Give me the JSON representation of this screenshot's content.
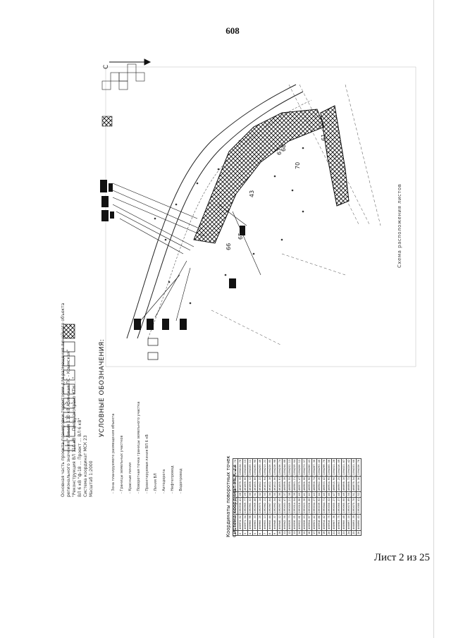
{
  "page": {
    "number": "608",
    "sheet": "Лист 2 из 25"
  },
  "heading": {
    "lines": [
      "Основная часть проекта планировки территории для размещения линейного объекта",
      "регионального значения \"Линия 110 кВ Абинская ПС - Крымская\"",
      "\"Реконструкция ВЛ 110 кВ ... Предусмотрено КТН ... \"",
      "ВЛ 6 кВ \"ф-18 ... Проект ... ВЛ 6 кВ\"",
      "Система координат МСК 23",
      "Масштаб 1:2000"
    ]
  },
  "legend": {
    "title": "УСЛОВНЫЕ ОБОЗНАЧЕНИЯ:",
    "items": [
      "- Зона планируемого размещения объекта",
      "- Границы земельных участков",
      "- Красные линии",
      "- Поворотная точка границы земельного участка",
      "- Проектируемая линия ВЛ 6 кВ",
      "- Линия ВЛ",
      "- Автодорога",
      "- Нефтепровод",
      "- Водопровод"
    ]
  },
  "scheme_title": "Схема расположения листов",
  "north": "С",
  "coords_caption": {
    "line1": "Координаты поворотных точек",
    "line2": "Система координат МСК 23"
  },
  "map_labels": [
    "65",
    "66",
    "67",
    "68",
    "70",
    "61",
    "43"
  ],
  "table": {
    "rows": [
      [
        "1",
        "460976.41",
        "1392936.25",
        "27",
        "461091.85",
        "1394140.70"
      ],
      [
        "2",
        "460974.62",
        "1392936.41",
        "28",
        "461079.35",
        "1394134.70"
      ],
      [
        "3",
        "460971.54",
        "1392969.77",
        "29",
        "461069.66",
        "1394166.15"
      ],
      [
        "4",
        "460960.98",
        "1392961.52",
        "30",
        "461068.12",
        "1394165.11"
      ],
      [
        "5",
        "460965.33",
        "1392969.88",
        "31",
        "461055.80",
        "1394195.90"
      ],
      [
        "6",
        "460960.20",
        "1392975.14",
        "32",
        "461042.22",
        "1394205.46"
      ],
      [
        "7",
        "460955.13",
        "1392982.11",
        "33",
        "461031.64",
        "1394213.21"
      ],
      [
        "8",
        "460950.44",
        "1392987.64",
        "34",
        "461022.18",
        "1394220.85"
      ],
      [
        "9",
        "460948.37",
        "1392992.54",
        "35",
        "461012.06",
        "1394228.98"
      ],
      [
        "10",
        "460946.12",
        "1392997.65",
        "36",
        "461005.83",
        "1394236.74"
      ],
      [
        "11",
        "460942.50",
        "1393003.47",
        "37",
        "460998.39",
        "1394244.88"
      ],
      [
        "12",
        "460939.73",
        "1393009.21",
        "38",
        "460990.55",
        "1394252.13"
      ],
      [
        "13",
        "460936.05",
        "1393014.04",
        "39",
        "460983.21",
        "1394259.64"
      ],
      [
        "14",
        "460932.81",
        "1393018.96",
        "40",
        "460975.47",
        "1394266.12"
      ],
      [
        "15",
        "460928.63",
        "1393023.30",
        "41",
        "460966.08",
        "1394273.57"
      ],
      [
        "16",
        "460924.97",
        "1393028.66",
        "42",
        "460958.90",
        "1394280.43"
      ],
      [
        "17",
        "460921.42",
        "1393034.27",
        "43",
        "460950.74",
        "1394287.36"
      ],
      [
        "18",
        "460918.86",
        "1393039.92",
        "44",
        "460942.26",
        "1394293.40"
      ],
      [
        "19",
        "460914.42",
        "1393044.71",
        "45",
        "460933.42",
        "1394299.76"
      ],
      [
        "20",
        "460910.75",
        "1393050.52",
        "46",
        "460924.95",
        "1394305.56"
      ],
      [
        "21",
        "460907.36",
        "1393055.27",
        "47",
        "460915.90",
        "1394311.28"
      ],
      [
        "22",
        "460903.75",
        "1393060.37",
        "48",
        "460907.25",
        "1394316.09"
      ],
      [
        "23",
        "460900.48",
        "1393065.60",
        "49",
        "460898.10",
        "1394321.87"
      ],
      [
        "24",
        "460897.10",
        "1393070.89",
        "50",
        "460888.72",
        "1394326.42"
      ],
      [
        "25",
        "460893.39",
        "1393075.70",
        "51",
        "460879.54",
        "1394331.60"
      ],
      [
        "26",
        "460890.03",
        "1393080.41",
        "52",
        "460870.36",
        "1394336.76"
      ]
    ]
  }
}
